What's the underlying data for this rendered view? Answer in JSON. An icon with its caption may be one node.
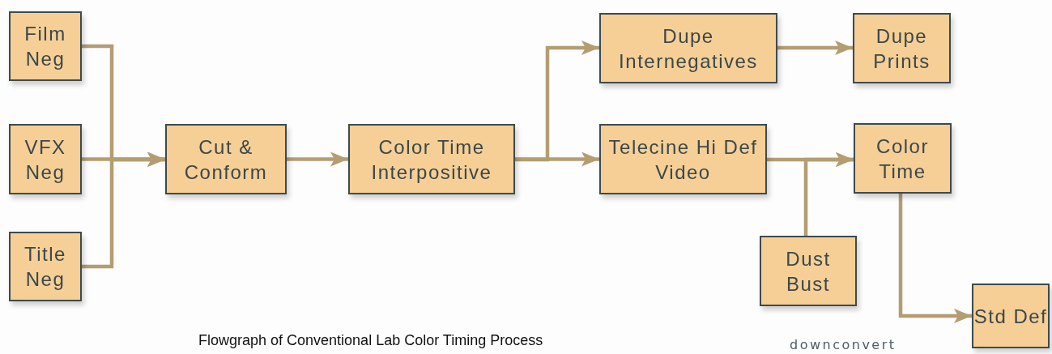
{
  "diagram": {
    "caption": "Flowgraph of Conventional Lab Color Timing Process",
    "nodes": [
      {
        "text": [
          "Film Neg"
        ]
      },
      {
        "text": [
          "VFX Neg"
        ]
      },
      {
        "text": [
          "Title Neg"
        ]
      },
      {
        "text": [
          "Cut & Conform"
        ]
      },
      {
        "text": [
          "Color Time Interpositive"
        ]
      },
      {
        "text": [
          "Dupe Internegatives"
        ]
      },
      {
        "text": [
          "Dupe Prints"
        ]
      },
      {
        "text": [
          "Telecine Hi Def Video"
        ]
      },
      {
        "text": [
          "Color Time"
        ]
      },
      {
        "text": [
          "Dust Bust"
        ]
      },
      {
        "text": [
          "Std Def"
        ]
      }
    ],
    "edges": [
      {
        "from": 0,
        "to": 3,
        "arrow": "to"
      },
      {
        "from": 1,
        "to": 3,
        "arrow": "to"
      },
      {
        "from": 2,
        "to": 3,
        "arrow": "to"
      },
      {
        "from": 3,
        "to": 4,
        "arrow": "to"
      },
      {
        "from": 4,
        "to": 5,
        "arrow": "to"
      },
      {
        "from": 4,
        "to": 7,
        "arrow": "to"
      },
      {
        "from": 5,
        "to": 6,
        "arrow": "to"
      },
      {
        "from": 7,
        "to": 8,
        "arrow": "to"
      },
      {
        "from": 9,
        "to": 8,
        "arrow": "to"
      },
      {
        "from": 8,
        "to": 10,
        "arrow": "to"
      }
    ],
    "labels": [
      "downconvert"
    ]
  }
}
